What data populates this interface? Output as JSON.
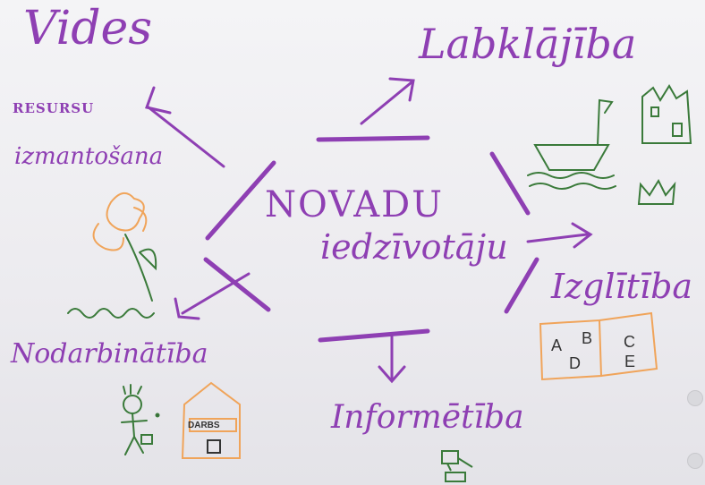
{
  "center": {
    "line1": "NOVADU",
    "line2": "iedzīvotāju"
  },
  "nodes": {
    "vides": "Vides",
    "resursu": "RESURSU",
    "izmantosana": "izmantošana",
    "labklajiba": "Labklājība",
    "izglitiba": "Izglītība",
    "nodarbinatiba": "Nodarbinātība",
    "informetiba": "Informētība"
  },
  "book": {
    "a": "A",
    "b": "B",
    "c": "C",
    "d": "D",
    "e": "E"
  },
  "house_label": "DARBS",
  "colors": {
    "marker_purple": "#8e3fb3",
    "sketch_green": "#3a7a3a",
    "sketch_orange": "#f0a45a",
    "sketch_black": "#333333"
  }
}
